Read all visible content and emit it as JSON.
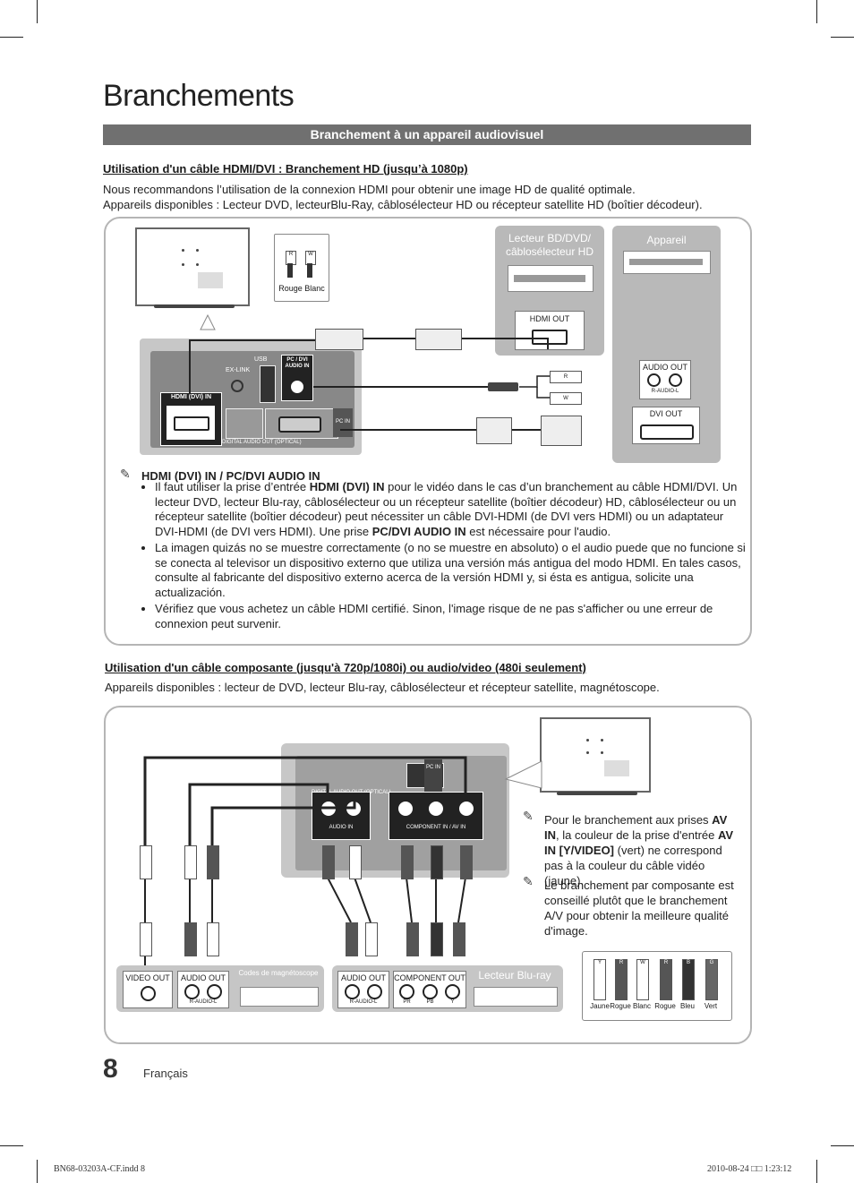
{
  "page_title": "Branchements",
  "section_banner": "Branchement à un appareil audiovisuel",
  "hdmi_section": {
    "heading": "Utilisation d'un câble HDMI/DVI : Branchement HD (jusqu’à 1080p)",
    "intro_line1": "Nous recommandons l’utilisation de la connexion HDMI pour obtenir une image HD de qualité optimale.",
    "intro_line2": "Appareils disponibles : Lecteur DVD, lecteurBlu-Ray, câblosélecteur HD ou récepteur satellite HD (boîtier décodeur).",
    "diagram": {
      "rca_red": "R",
      "rca_white": "W",
      "rca_caption": "Rouge Blanc",
      "bd_device_label": "Lecteur BD/DVD/ câblosélecteur HD",
      "appliance_label": "Appareil",
      "hdmi_out": "HDMI OUT",
      "audio_out": "AUDIO OUT",
      "r_audio_l": "R-AUDIO-L",
      "dvi_out": "DVI OUT",
      "ex_link": "EX-LINK",
      "usb": "USB",
      "pc_dvi_audio_in": "PC / DVI AUDIO IN",
      "hdmi_dvi_in": "HDMI (DVI) IN",
      "digital_audio_out": "DIGITAL AUDIO OUT (OPTICAL)",
      "pc_in": "PC IN",
      "plug_r": "R",
      "plug_w": "W"
    },
    "note_heading": "HDMI (DVI) IN / PC/DVI AUDIO IN",
    "bullets": [
      [
        "Il faut utiliser la prise d’entrée ",
        "HDMI (DVI) IN",
        " pour le vidéo dans le cas d’un branchement au câble HDMI/DVI. Un lecteur DVD, lecteur Blu-ray, câblosélecteur ou un récepteur satellite (boîtier décodeur) HD, câblosélecteur ou un récepteur satellite (boîtier décodeur) peut nécessiter un câble DVI-HDMI (de DVI vers HDMI) ou un adaptateur DVI-HDMI (de DVI vers HDMI). Une prise ",
        "PC/DVI AUDIO IN",
        " est nécessaire pour l'audio."
      ],
      [
        "La imagen quizás no se muestre correctamente (o no se muestre en absoluto) o el audio puede que no funcione si se conecta al televisor un dispositivo externo que utiliza una versión más antigua del modo HDMI. En tales casos, consulte al fabricante del dispositivo externo acerca de la versión HDMI y, si ésta es antigua, solicite una actualización."
      ],
      [
        "Vérifiez que vous achetez un câble HDMI certifié. Sinon, l'image risque de ne pas s'afficher ou une erreur de connexion peut survenir."
      ]
    ]
  },
  "component_section": {
    "heading": "Utilisation d'un câble composante (jusqu'à 720p/1080i) ou audio/video (480i seulement)",
    "intro": "Appareils disponibles : lecteur de DVD, lecteur Blu-ray, câblosélecteur et récepteur satellite, magnétoscope.",
    "tv_panel": {
      "digital_audio_optical": "DIGITAL AUDIO OUT (OPTICAL)",
      "audio_in": "AUDIO IN",
      "component_av_in": "COMPONENT IN / AV IN",
      "pc_in": "PC IN"
    },
    "note1": [
      "Pour le branchement aux prises ",
      "AV IN",
      ", la couleur de la prise d'entrée ",
      "AV IN [Y/VIDEO]",
      " (vert) ne correspond pas à la couleur du câble vidéo (jaune)."
    ],
    "note2": "Le branchement par composante est conseillé plutôt que le branchement A/V pour obtenir la meilleure qualité d'image.",
    "vcr": {
      "video_out": "VIDEO OUT",
      "audio_out": "AUDIO OUT",
      "r_audio_l": "R-AUDIO-L",
      "label": "Codes de magnétoscope"
    },
    "bluray": {
      "audio_out": "AUDIO OUT",
      "component_out": "COMPONENT OUT",
      "r_audio_l": "R-AUDIO-L",
      "pr": "PR",
      "pb": "PB",
      "y": "Y",
      "label": "Lecteur Blu-ray"
    },
    "cable_legend": [
      {
        "code": "Y",
        "name": "Jaune"
      },
      {
        "code": "R",
        "name": "Rogue"
      },
      {
        "code": "W",
        "name": "Blanc"
      },
      {
        "code": "R",
        "name": "Rogue"
      },
      {
        "code": "B",
        "name": "Bleu"
      },
      {
        "code": "G",
        "name": "Vert"
      }
    ]
  },
  "footer": {
    "page_number": "8",
    "language": "Français",
    "slug_left": "BN68-03203A-CF.indd   8",
    "slug_right": "2010-08-24   □□ 1:23:12"
  }
}
